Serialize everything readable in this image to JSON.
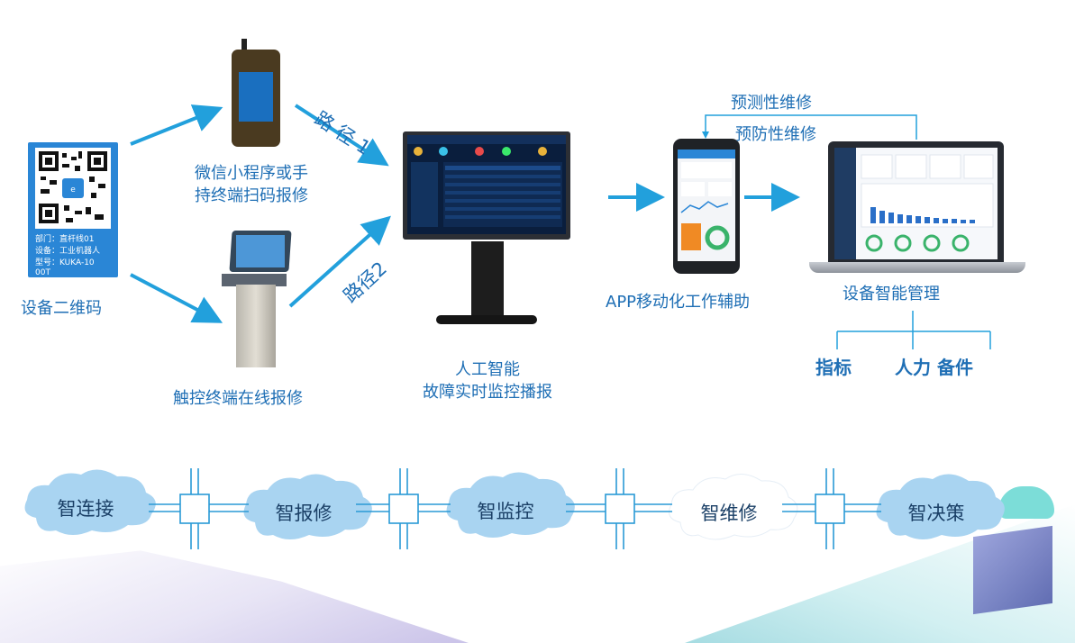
{
  "qr_card": {
    "line1": "部门：直杆线01",
    "line2": "设备：工业机器人",
    "line3": "型号：KUKA-10",
    "line4": "00T"
  },
  "labels": {
    "qr_code": "设备二维码",
    "wechat_line1": "微信小程序或手",
    "wechat_line2": "持终端扫码报修",
    "touch_terminal": "触控终端在线报修",
    "path1": "路 径 1",
    "path2": "路径2",
    "ai_line1": "人工智能",
    "ai_line2": "故障实时监控播报",
    "app_assist": "APP移动化工作辅助",
    "predictive": "预测性维修",
    "preventive": "预防性维修",
    "device_mgmt": "设备智能管理",
    "indicator": "指标",
    "people_parts": "人力 备件"
  },
  "clouds": [
    {
      "label": "智连接"
    },
    {
      "label": "智报修"
    },
    {
      "label": "智监控"
    },
    {
      "label": "智维修"
    },
    {
      "label": "智决策"
    }
  ],
  "colors": {
    "arrow": "#22a0dc",
    "text": "#1f6fb5",
    "cloud": "#a9d4f1",
    "connector": "#2a9ad6"
  }
}
